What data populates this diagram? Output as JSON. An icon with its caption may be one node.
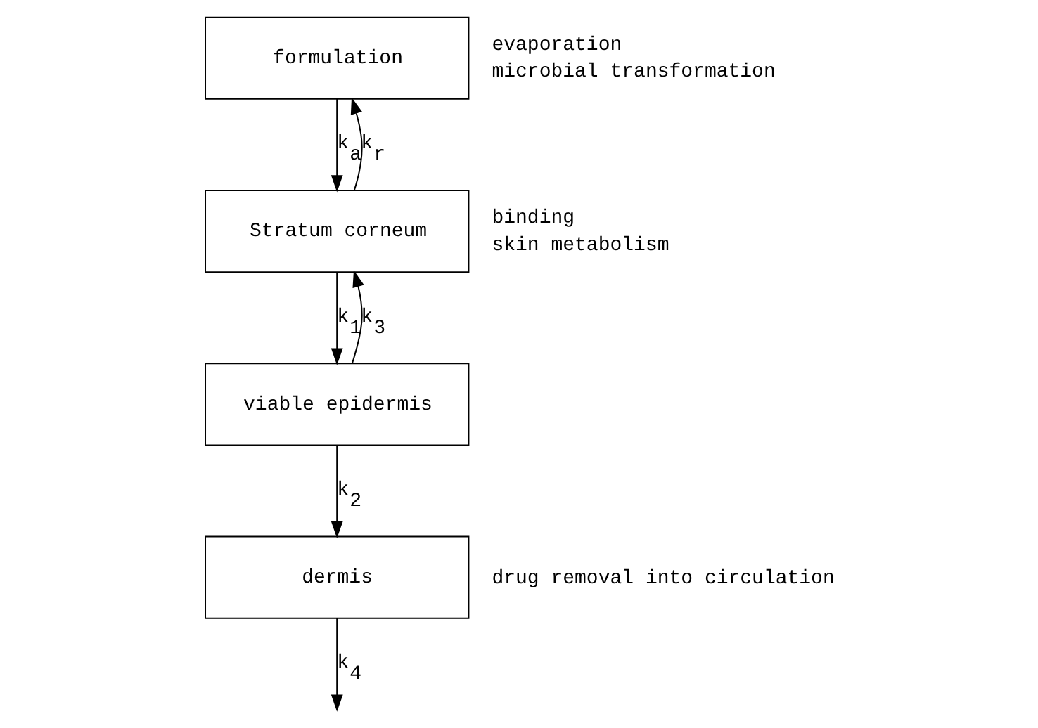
{
  "diagram": {
    "nodes": [
      {
        "text": [
          "formulation"
        ],
        "beside": [
          "evaporation",
          "microbial transformation"
        ]
      },
      {
        "text": [
          "Stratum corneum"
        ],
        "beside": [
          "binding",
          "skin metabolism"
        ]
      },
      {
        "text": [
          "viable epidermis"
        ]
      },
      {
        "text": [
          "dermis"
        ],
        "beside": [
          "drug removal into circulation"
        ]
      }
    ],
    "edges": [
      {
        "from": 0,
        "to": 1,
        "arrow": "to",
        "label": "k$_{a}$"
      },
      {
        "from": 1,
        "to": 0,
        "arrow": "to",
        "label": "k$_{r}$"
      },
      {
        "from": 1,
        "to": 2,
        "arrow": "to",
        "label": "k$_{1}$"
      },
      {
        "from": 2,
        "to": 1,
        "arrow": "to",
        "label": "k$_{3}$"
      },
      {
        "from": 2,
        "to": 3,
        "arrow": "to",
        "label": "k$_{2}$"
      },
      {
        "from": 3,
        "to": null,
        "arrow": "to",
        "label": "k$_{4}$"
      }
    ]
  }
}
